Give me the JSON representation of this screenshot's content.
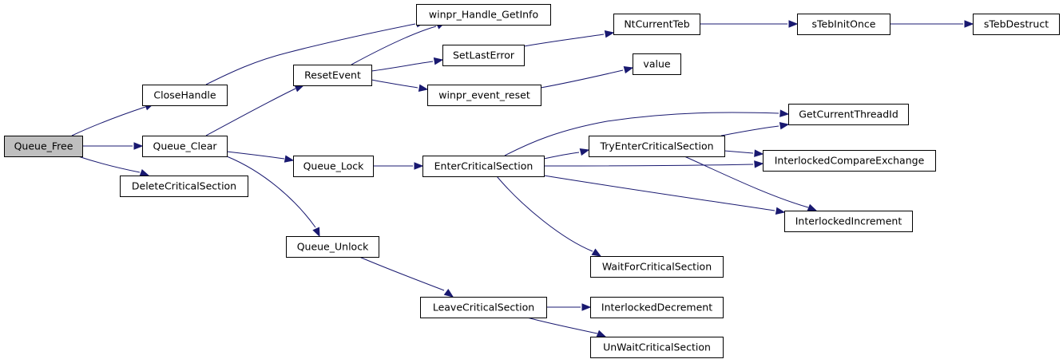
{
  "diagram": {
    "nodes": [
      {
        "id": "queue_free",
        "label": "Queue_Free",
        "root": true
      },
      {
        "id": "close_handle",
        "label": "CloseHandle"
      },
      {
        "id": "queue_clear",
        "label": "Queue_Clear"
      },
      {
        "id": "delete_critical_section",
        "label": "DeleteCriticalSection"
      },
      {
        "id": "reset_event",
        "label": "ResetEvent"
      },
      {
        "id": "queue_lock",
        "label": "Queue_Lock"
      },
      {
        "id": "queue_unlock",
        "label": "Queue_Unlock"
      },
      {
        "id": "winpr_handle_getinfo",
        "label": "winpr_Handle_GetInfo"
      },
      {
        "id": "set_last_error",
        "label": "SetLastError"
      },
      {
        "id": "winpr_event_reset",
        "label": "winpr_event_reset"
      },
      {
        "id": "enter_critical_section",
        "label": "EnterCriticalSection"
      },
      {
        "id": "leave_critical_section",
        "label": "LeaveCriticalSection"
      },
      {
        "id": "nt_current_teb",
        "label": "NtCurrentTeb"
      },
      {
        "id": "value",
        "label": "value"
      },
      {
        "id": "try_enter_critical_section",
        "label": "TryEnterCriticalSection"
      },
      {
        "id": "wait_for_critical_section",
        "label": "WaitForCriticalSection"
      },
      {
        "id": "interlocked_decrement",
        "label": "InterlockedDecrement"
      },
      {
        "id": "unwait_critical_section",
        "label": "UnWaitCriticalSection"
      },
      {
        "id": "steb_init_once",
        "label": "sTebInitOnce"
      },
      {
        "id": "get_current_thread_id",
        "label": "GetCurrentThreadId"
      },
      {
        "id": "interlocked_compare_exchange",
        "label": "InterlockedCompareExchange"
      },
      {
        "id": "interlocked_increment",
        "label": "InterlockedIncrement"
      },
      {
        "id": "steb_destruct",
        "label": "sTebDestruct"
      }
    ],
    "edges": [
      {
        "from": "queue_free",
        "to": "close_handle"
      },
      {
        "from": "queue_free",
        "to": "queue_clear"
      },
      {
        "from": "queue_free",
        "to": "delete_critical_section"
      },
      {
        "from": "close_handle",
        "to": "winpr_handle_getinfo"
      },
      {
        "from": "queue_clear",
        "to": "reset_event"
      },
      {
        "from": "queue_clear",
        "to": "queue_lock"
      },
      {
        "from": "queue_clear",
        "to": "queue_unlock"
      },
      {
        "from": "reset_event",
        "to": "winpr_handle_getinfo"
      },
      {
        "from": "reset_event",
        "to": "set_last_error"
      },
      {
        "from": "reset_event",
        "to": "winpr_event_reset"
      },
      {
        "from": "set_last_error",
        "to": "nt_current_teb"
      },
      {
        "from": "winpr_event_reset",
        "to": "value"
      },
      {
        "from": "nt_current_teb",
        "to": "steb_init_once"
      },
      {
        "from": "steb_init_once",
        "to": "steb_destruct"
      },
      {
        "from": "queue_lock",
        "to": "enter_critical_section"
      },
      {
        "from": "queue_unlock",
        "to": "leave_critical_section"
      },
      {
        "from": "enter_critical_section",
        "to": "get_current_thread_id"
      },
      {
        "from": "enter_critical_section",
        "to": "try_enter_critical_section"
      },
      {
        "from": "enter_critical_section",
        "to": "interlocked_compare_exchange"
      },
      {
        "from": "enter_critical_section",
        "to": "interlocked_increment"
      },
      {
        "from": "enter_critical_section",
        "to": "wait_for_critical_section"
      },
      {
        "from": "try_enter_critical_section",
        "to": "get_current_thread_id"
      },
      {
        "from": "try_enter_critical_section",
        "to": "interlocked_compare_exchange"
      },
      {
        "from": "try_enter_critical_section",
        "to": "interlocked_increment"
      },
      {
        "from": "leave_critical_section",
        "to": "interlocked_decrement"
      },
      {
        "from": "leave_critical_section",
        "to": "unwait_critical_section"
      }
    ]
  }
}
